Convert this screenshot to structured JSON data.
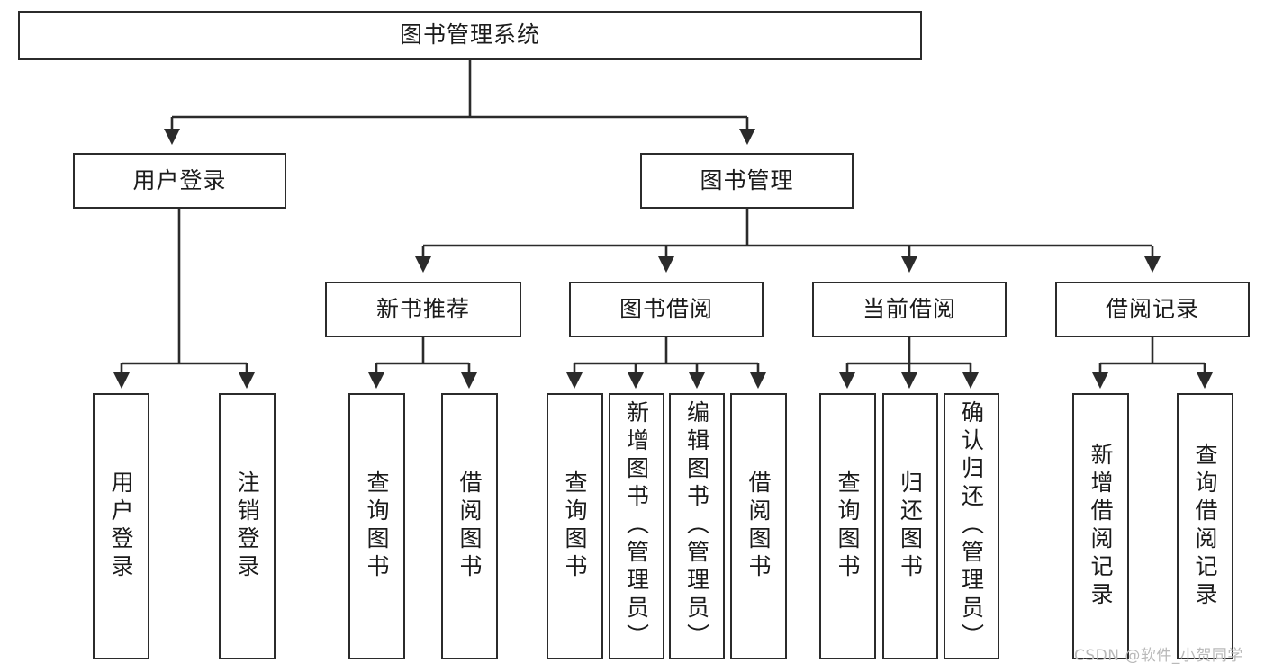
{
  "diagram": {
    "type": "tree",
    "title": "图书管理系统",
    "root": {
      "label": "图书管理系统"
    },
    "level2": [
      {
        "label": "用户登录"
      },
      {
        "label": "图书管理"
      }
    ],
    "level3": [
      {
        "label": "新书推荐"
      },
      {
        "label": "图书借阅"
      },
      {
        "label": "当前借阅"
      },
      {
        "label": "借阅记录"
      }
    ],
    "leaves": {
      "user_login": [
        {
          "label": "用户登录"
        },
        {
          "label": "注销登录"
        }
      ],
      "new_book_recommend": [
        {
          "label": "查询图书"
        },
        {
          "label": "借阅图书"
        }
      ],
      "book_borrow": [
        {
          "label": "查询图书"
        },
        {
          "label": "新增图书（管理员）"
        },
        {
          "label": "编辑图书（管理员）"
        },
        {
          "label": "借阅图书"
        }
      ],
      "current_borrow": [
        {
          "label": "查询图书"
        },
        {
          "label": "归还图书"
        },
        {
          "label": "确认归还（管理员）"
        }
      ],
      "borrow_records": [
        {
          "label": "新增借阅记录"
        },
        {
          "label": "查询借阅记录"
        }
      ]
    }
  },
  "watermark": {
    "text": "CSDN @软件_小贺同学"
  },
  "colors": {
    "stroke": "#2b2b2b",
    "fill": "#ffffff",
    "text": "#1b1b1b",
    "watermark": "#b9b9b9"
  }
}
